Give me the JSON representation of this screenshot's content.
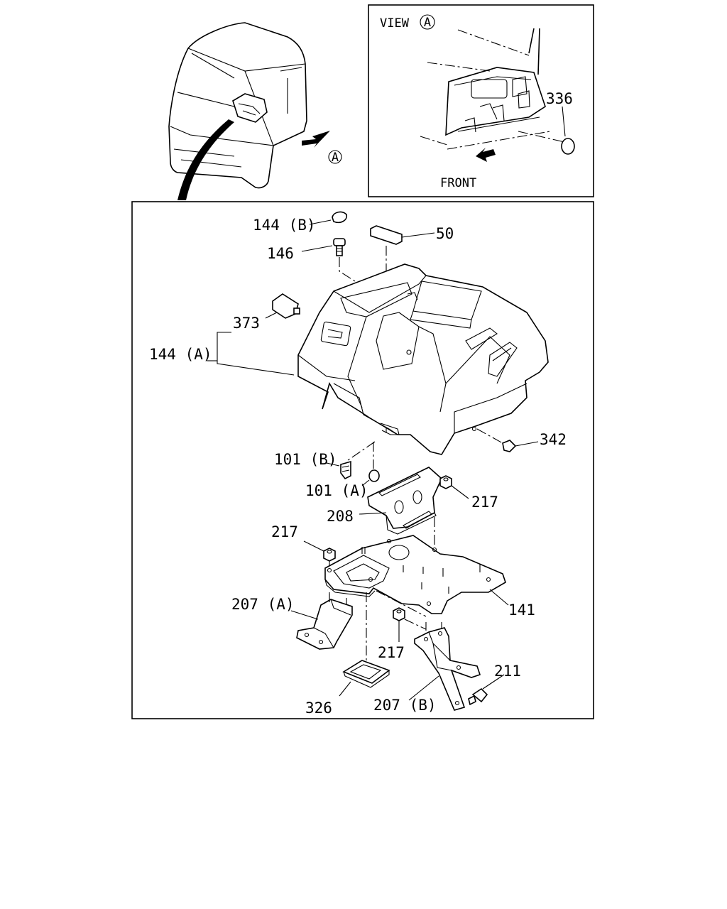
{
  "view_box": {
    "title": "VIEW",
    "view_marker": "A",
    "front_label": "FRONT",
    "part_336": "336"
  },
  "cab": {
    "view_marker": "A"
  },
  "labels": {
    "p144b": "144 (B)",
    "p50": "50",
    "p146": "146",
    "p373": "373",
    "p144a": "144 (A)",
    "p342": "342",
    "p101b": "101 (B)",
    "p101a": "101 (A)",
    "p217_top": "217",
    "p208": "208",
    "p217_left": "217",
    "p207a": "207 (A)",
    "p141": "141",
    "p217_bottom": "217",
    "p211": "211",
    "p326": "326",
    "p207b": "207 (B)"
  }
}
